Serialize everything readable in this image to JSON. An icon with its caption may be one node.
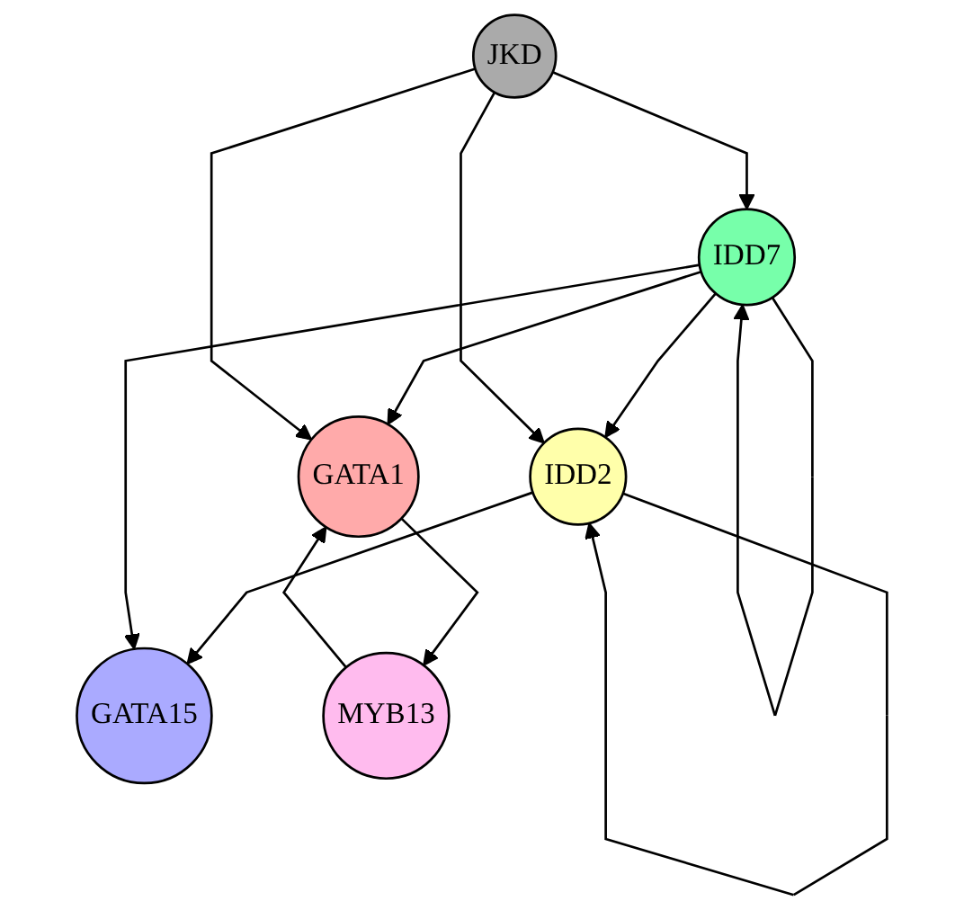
{
  "diagram": {
    "nodes": [
      {
        "text": [
          "GATA1"
        ]
      },
      {
        "text": [
          "GATA15"
        ]
      },
      {
        "text": [
          "IDD2"
        ]
      },
      {
        "text": [
          "MYB13"
        ]
      },
      {
        "text": [
          "IDD7"
        ]
      },
      {
        "text": [
          "JKD"
        ]
      }
    ],
    "edges": [
      {
        "from": 2,
        "to": 2,
        "arrow": "to"
      },
      {
        "from": 2,
        "to": 1,
        "arrow": "to"
      },
      {
        "from": 4,
        "to": 0,
        "arrow": "to"
      },
      {
        "from": 4,
        "to": 1,
        "arrow": "to"
      },
      {
        "from": 4,
        "to": 2,
        "arrow": "to"
      },
      {
        "from": 4,
        "to": 4,
        "arrow": "to"
      },
      {
        "from": 5,
        "to": 4,
        "arrow": "to"
      },
      {
        "from": 5,
        "to": 2,
        "arrow": "to"
      },
      {
        "from": 5,
        "to": 0,
        "arrow": "to"
      },
      {
        "from": 0,
        "to": 3,
        "arrow": "to"
      },
      {
        "from": 3,
        "to": 0,
        "arrow": "to"
      }
    ]
  }
}
